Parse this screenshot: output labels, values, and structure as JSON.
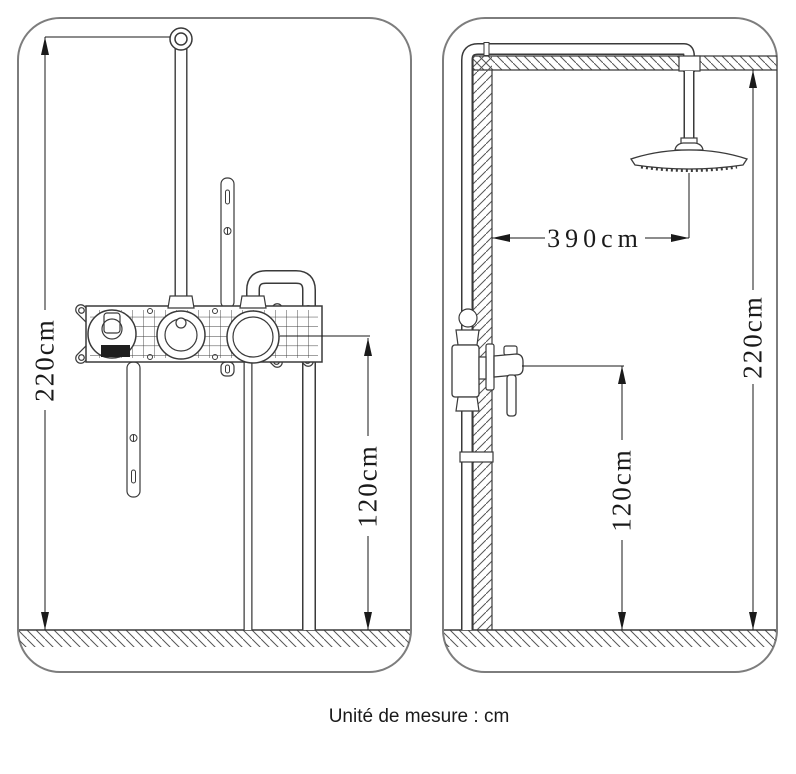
{
  "caption": "Unité de mesure : cm",
  "labels": {
    "front_height": "220cm",
    "front_valve_height": "120cm",
    "side_offset": "390cm",
    "side_height": "220cm",
    "side_valve_height": "120cm"
  },
  "colors": {
    "line": "#3a3a3a",
    "panel_border": "#7d7d7d",
    "dimension": "#1a1a1a",
    "text": "#1a1a1a",
    "background": "#ffffff"
  }
}
